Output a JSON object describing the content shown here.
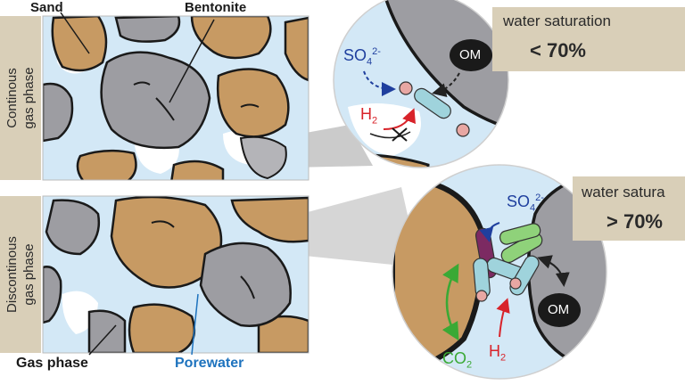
{
  "labels": {
    "sand": "Sand",
    "bentonite": "Bentonite",
    "gas_phase": "Gas phase",
    "porewater": "Porewater"
  },
  "panels": [
    {
      "side_label_line1": "Continous",
      "side_label_line2": "gas phase",
      "condition_title": "water saturation",
      "condition_value": "< 70%"
    },
    {
      "side_label_line1": "Discontinous",
      "side_label_line2": "gas phase",
      "condition_title": "water satura",
      "condition_value": "> 70%"
    }
  ],
  "species": {
    "sulfate": "SO",
    "sulfate_sub": "4",
    "sulfate_sup": "2-",
    "hydrogen": "H",
    "hydrogen_sub": "2",
    "carbon_dioxide": "CO",
    "carbon_dioxide_sub": "2",
    "organic_matter": "OM"
  },
  "colors": {
    "sand": "#c79a63",
    "bentonite": "#9d9da2",
    "porewater": "#d3e8f6",
    "condition_box": "#d9cfb8",
    "sulfate": "#1f3f9e",
    "hydrogen": "#d8232a",
    "carbon_dioxide": "#3aa935",
    "bacteria": "#9fd3dc"
  },
  "icons": {
    "blocked_reaction": "x-mark-icon",
    "sulfate_flow": "dashed-arrow-icon",
    "om_flow": "dashed-arrow-icon",
    "co2_flow": "double-arrow-icon"
  }
}
